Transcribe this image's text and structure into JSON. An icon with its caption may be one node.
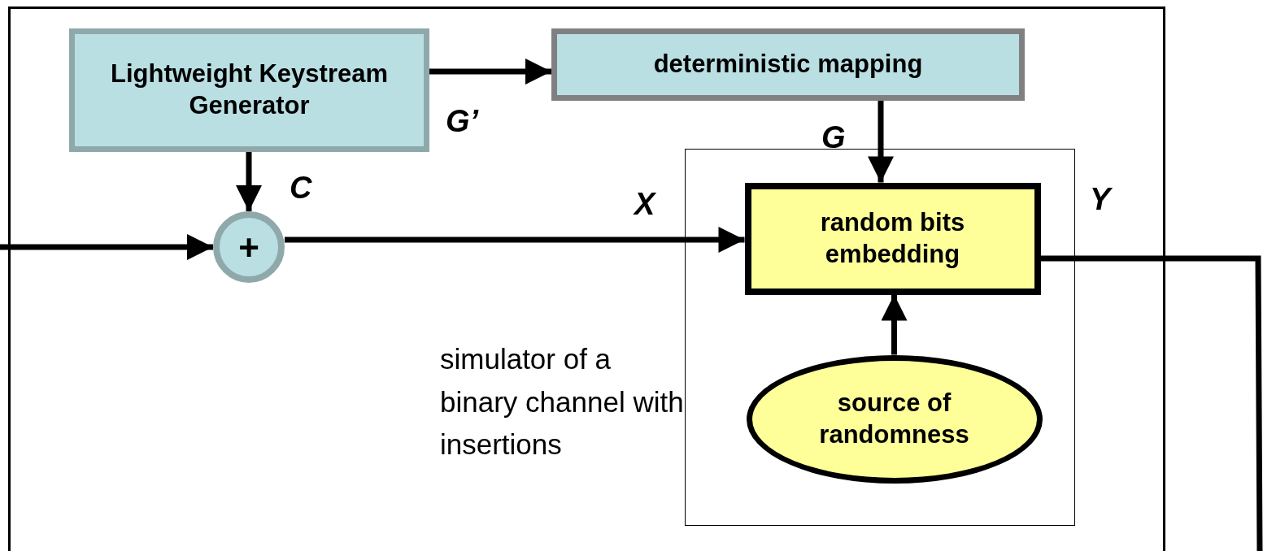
{
  "diagram": {
    "nodes": [
      {
        "text": [],
        "shape": "box"
      },
      {
        "text": [
          "Lightweight Keystream Generator"
        ],
        "in": 0
      },
      {
        "text": [
          "deterministic mapping"
        ],
        "in": 0
      },
      {
        "text": [
          "+"
        ],
        "in": 0
      },
      {
        "text": [],
        "shape": "box",
        "beside": [
          "simulator of a binary channel with insertions"
        ],
        "in": 0
      },
      {
        "text": [
          "random bits embedding"
        ],
        "in": 4
      },
      {
        "text": [
          "source of randomness"
        ],
        "in": 4
      }
    ],
    "edges": [
      {
        "from": null,
        "to": 3,
        "arrow": "to"
      },
      {
        "from": 1,
        "to": 2,
        "arrow": "to",
        "label": "G’"
      },
      {
        "from": 1,
        "to": 3,
        "arrow": "to",
        "label": "C"
      },
      {
        "from": 2,
        "to": 5,
        "arrow": "to",
        "label": "G"
      },
      {
        "from": 3,
        "to": 5,
        "arrow": "to",
        "label": "X"
      },
      {
        "from": 6,
        "to": 5,
        "arrow": "to"
      },
      {
        "from": 5,
        "to": null,
        "arrow": "none",
        "label": "Y"
      }
    ]
  }
}
